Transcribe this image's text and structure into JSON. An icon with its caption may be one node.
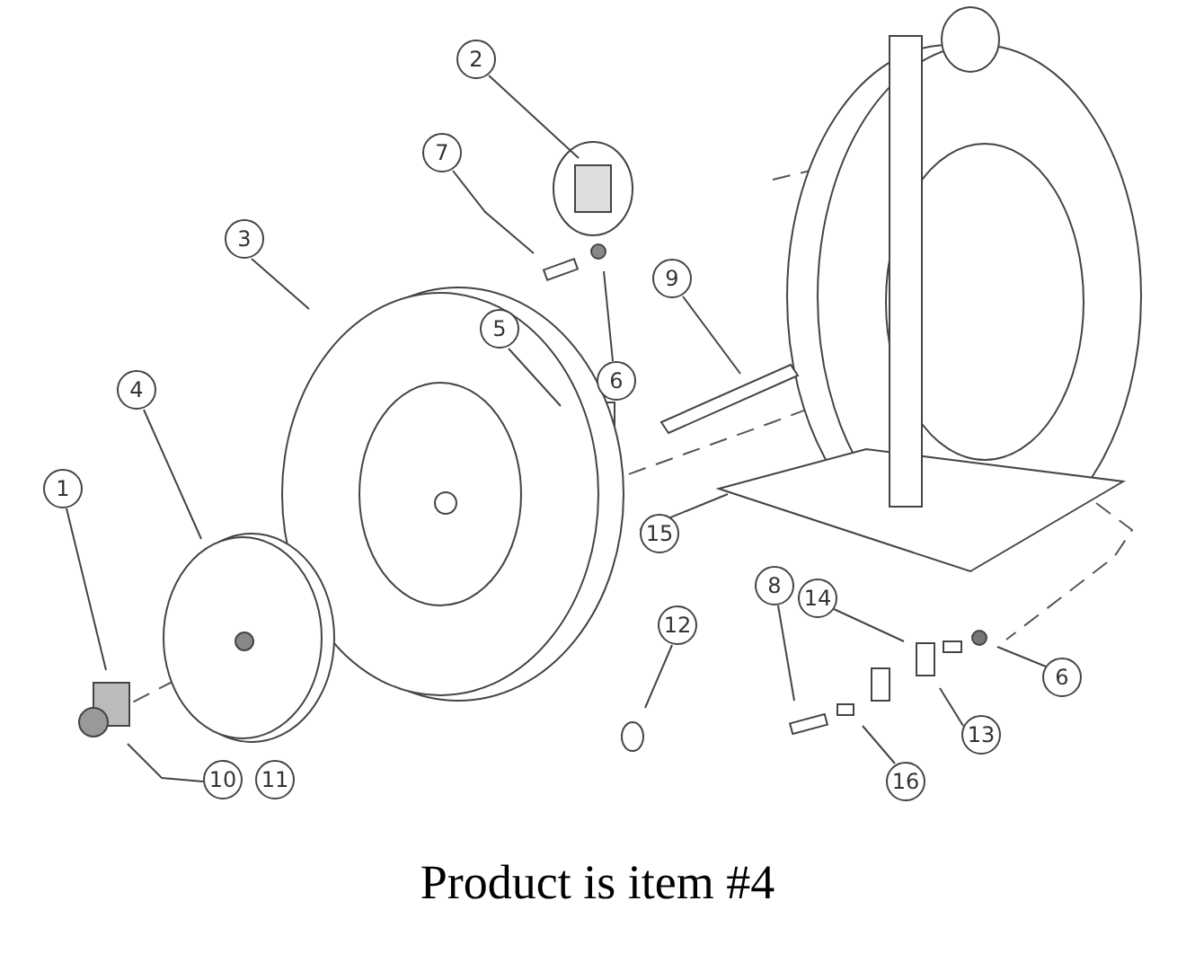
{
  "diagram": {
    "caption": "Product is item #4",
    "nodes": [
      {
        "text": [
          "1"
        ]
      },
      {
        "text": [
          "2"
        ]
      },
      {
        "text": [
          "3"
        ]
      },
      {
        "text": [
          "4"
        ]
      },
      {
        "text": [
          "5"
        ]
      },
      {
        "text": [
          "6"
        ]
      },
      {
        "text": [
          "7"
        ]
      },
      {
        "text": [
          "8"
        ]
      },
      {
        "text": [
          "9"
        ]
      },
      {
        "text": [
          "10"
        ]
      },
      {
        "text": [
          "11"
        ]
      },
      {
        "text": [
          "12"
        ]
      },
      {
        "text": [
          "13"
        ]
      },
      {
        "text": [
          "14"
        ]
      },
      {
        "text": [
          "15"
        ]
      },
      {
        "text": [
          "16"
        ]
      },
      {
        "text": [
          "6"
        ]
      }
    ],
    "edges": [
      {
        "from": 0,
        "to": null,
        "arrow": "none"
      },
      {
        "from": 1,
        "to": null,
        "arrow": "none"
      },
      {
        "from": 2,
        "to": null,
        "arrow": "none"
      },
      {
        "from": 3,
        "to": null,
        "arrow": "none"
      },
      {
        "from": 4,
        "to": null,
        "arrow": "none"
      },
      {
        "from": 5,
        "to": null,
        "arrow": "none"
      },
      {
        "from": 6,
        "to": null,
        "arrow": "none"
      },
      {
        "from": 7,
        "to": null,
        "arrow": "none"
      },
      {
        "from": 8,
        "to": null,
        "arrow": "none"
      },
      {
        "from": 9,
        "to": null,
        "arrow": "none"
      },
      {
        "from": 11,
        "to": null,
        "arrow": "none"
      },
      {
        "from": 12,
        "to": null,
        "arrow": "none"
      },
      {
        "from": 13,
        "to": null,
        "arrow": "none"
      },
      {
        "from": 14,
        "to": null,
        "arrow": "none"
      },
      {
        "from": 15,
        "to": null,
        "arrow": "none"
      },
      {
        "from": 16,
        "to": null,
        "arrow": "none"
      }
    ]
  }
}
